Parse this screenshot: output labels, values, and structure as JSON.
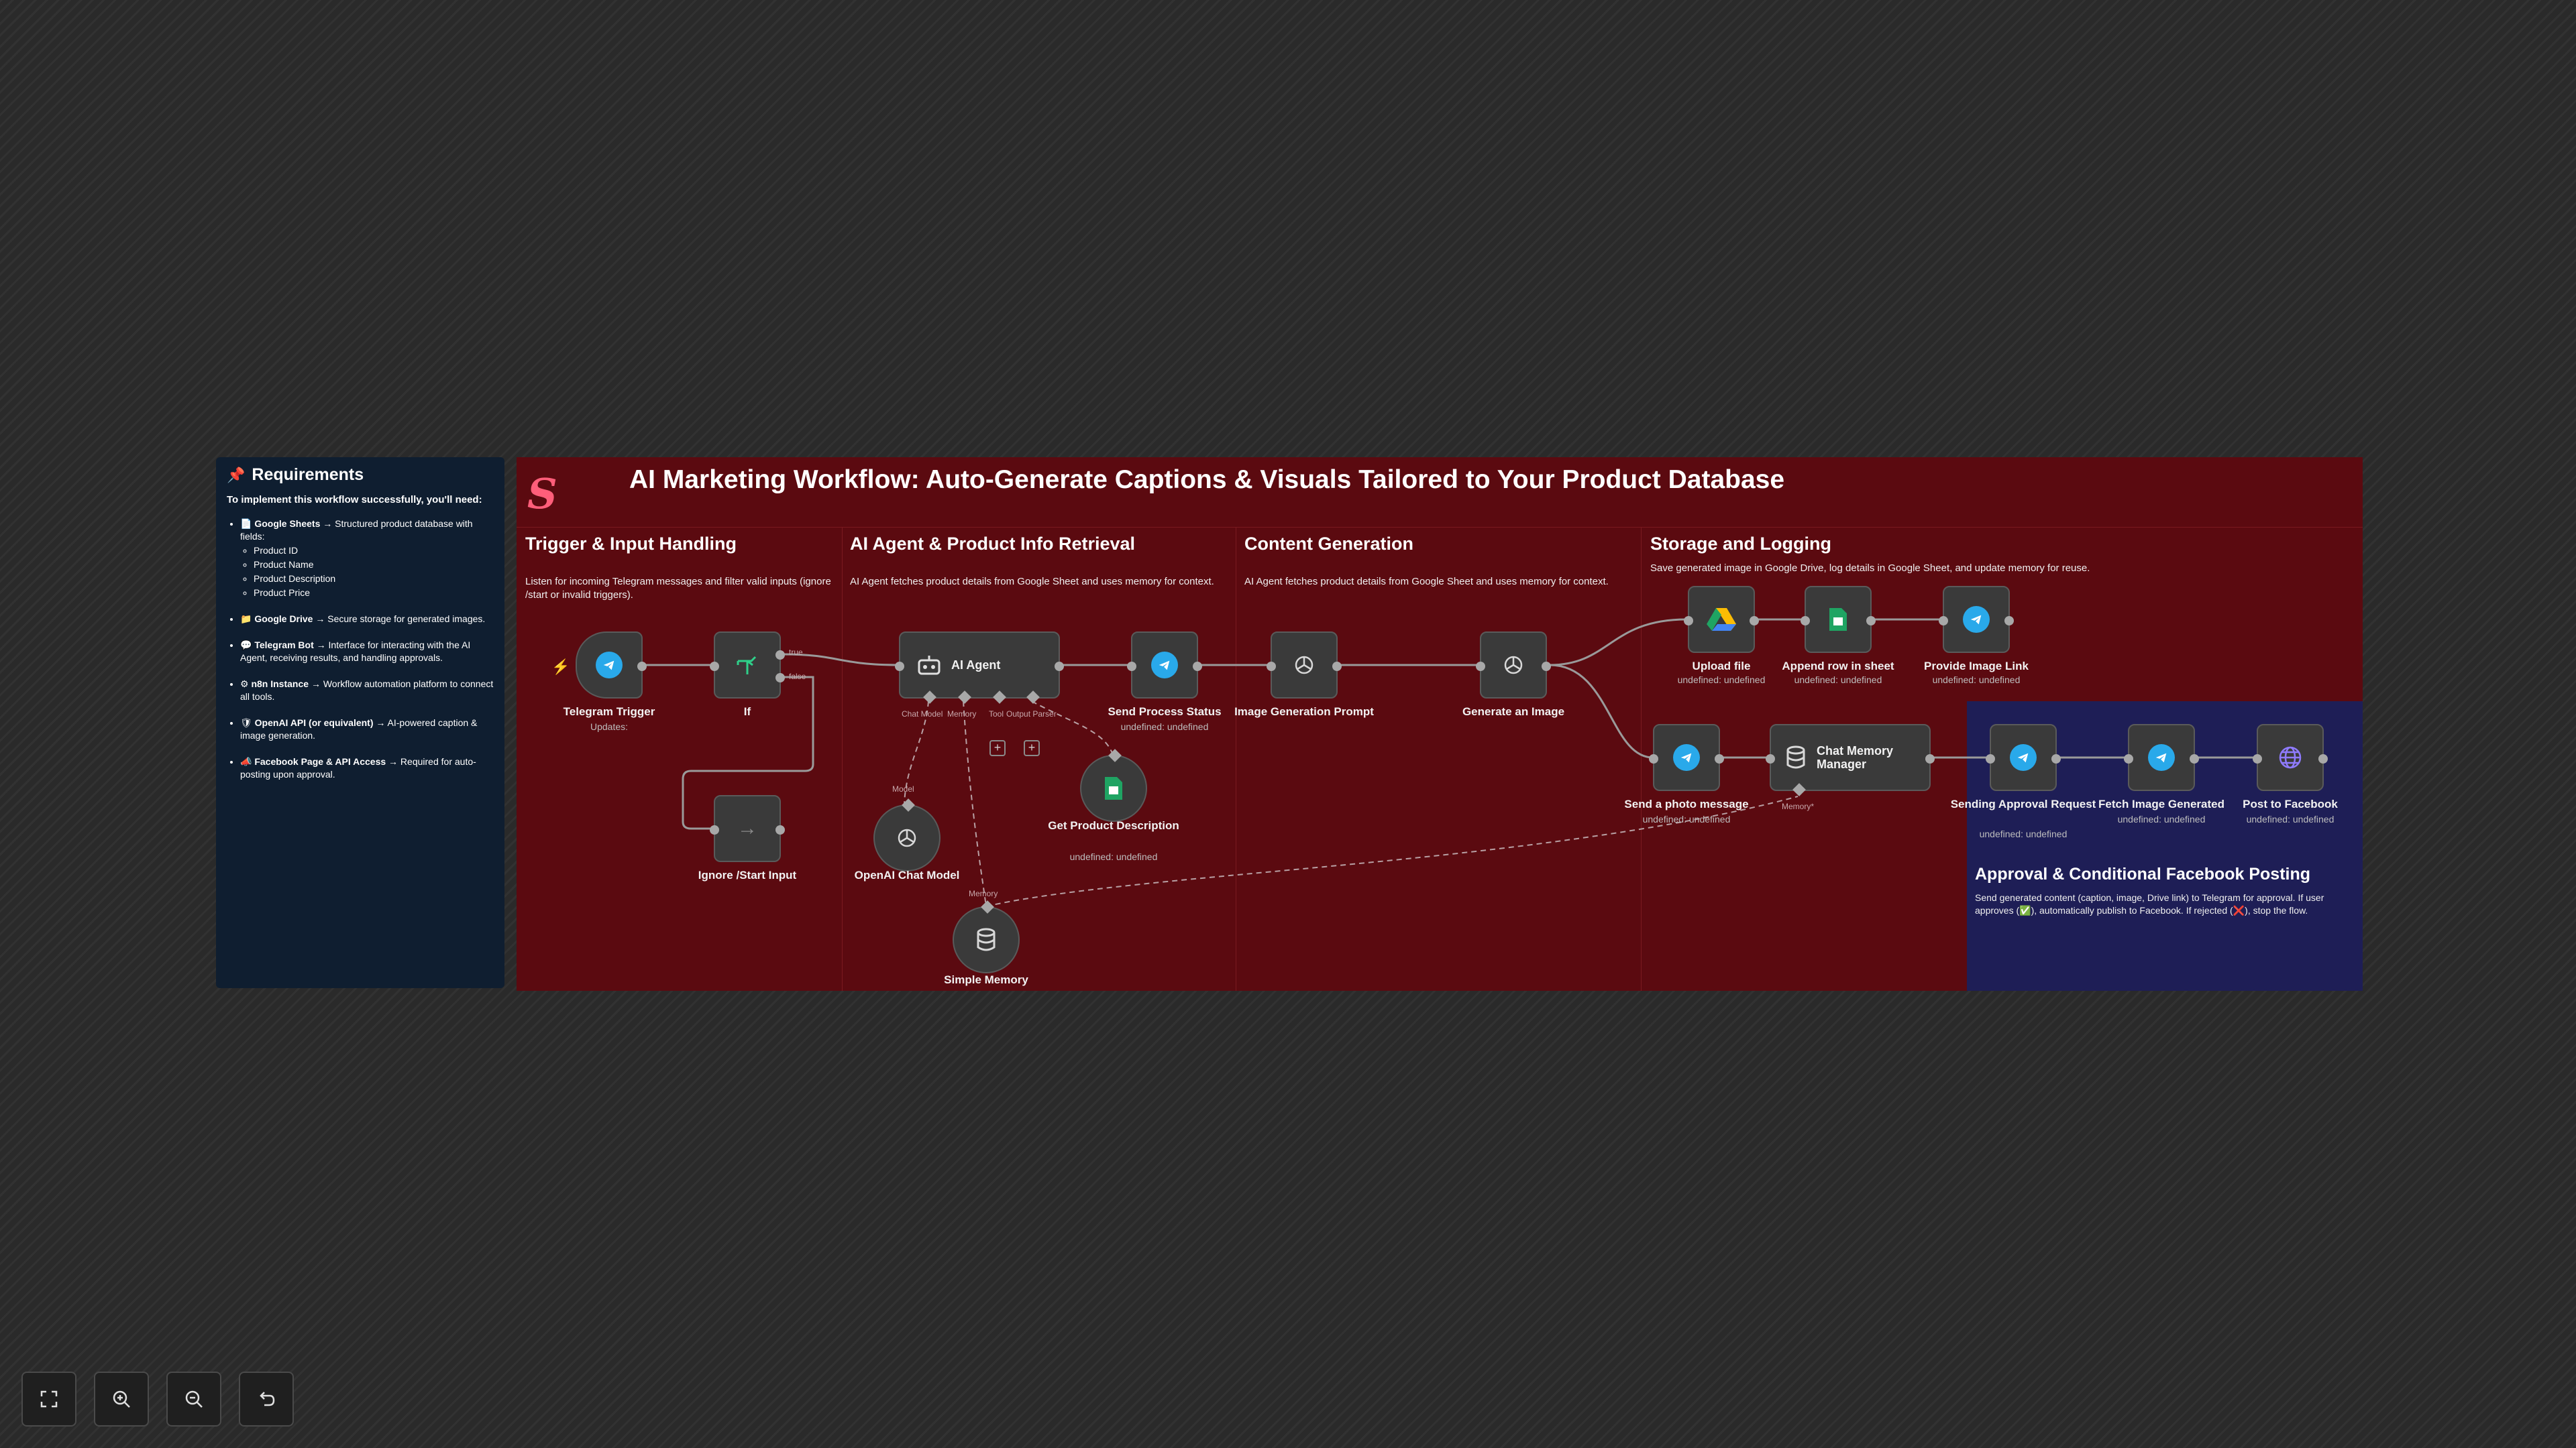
{
  "requirements": {
    "title": "Requirements",
    "intro": "To implement this workflow successfully, you'll need:",
    "google_sheets": {
      "name": "Google Sheets",
      "desc": "→ Structured product database with fields:",
      "fields": [
        "Product ID",
        "Product Name",
        "Product Description",
        "Product Price"
      ]
    },
    "google_drive": {
      "name": "Google Drive",
      "desc": "→ Secure storage for generated images."
    },
    "telegram_bot": {
      "name": "Telegram Bot",
      "desc": "→ Interface for interacting with the AI Agent, receiving results, and handling approvals."
    },
    "n8n": {
      "name": "n8n Instance",
      "desc": "→ Workflow automation platform to connect all tools."
    },
    "openai": {
      "name": "OpenAI API (or equivalent)",
      "desc": "→ AI-powered caption & image generation."
    },
    "facebook": {
      "name": "Facebook Page & API Access",
      "desc": "→ Required for auto-posting upon approval."
    }
  },
  "main_title": "AI Marketing Workflow: Auto-Generate Captions & Visuals Tailored to Your Product Database",
  "sections": {
    "trigger": {
      "title": "Trigger & Input Handling",
      "desc": "Listen for incoming Telegram messages and filter valid inputs (ignore /start or invalid triggers)."
    },
    "agent": {
      "title": "AI Agent & Product Info Retrieval",
      "desc": "AI Agent fetches product details from Google Sheet and uses memory for context."
    },
    "content": {
      "title": "Content Generation",
      "desc": "AI Agent fetches product details from Google Sheet and uses memory for context."
    },
    "storage": {
      "title": "Storage and Logging",
      "desc": "Save generated image in Google Drive, log details in Google Sheet, and update memory for reuse."
    },
    "approval": {
      "title": "Approval & Conditional Facebook Posting",
      "desc": "Send generated content (caption, image, Drive link) to Telegram for approval. If user approves (✅), automatically publish to Facebook. If rejected (❌), stop the flow."
    }
  },
  "nodes": {
    "telegram_trigger": {
      "label": "Telegram Trigger",
      "sub": "Updates:"
    },
    "if": {
      "label": "If",
      "true_label": "true",
      "false_label": "false"
    },
    "ignore": {
      "label": "Ignore /Start Input"
    },
    "ai_agent": {
      "label": "AI Agent",
      "port_model": "Chat Model",
      "port_memory": "Memory",
      "port_tool": "Tool",
      "port_parser": "Output Parser"
    },
    "openai_chat": {
      "label": "OpenAI Chat Model",
      "port": "Model"
    },
    "get_product": {
      "label": "Get Product Description",
      "sub": "undefined: undefined"
    },
    "simple_memory": {
      "label": "Simple Memory",
      "port": "Memory"
    },
    "send_status": {
      "label": "Send Process Status",
      "sub": "undefined: undefined"
    },
    "image_prompt": {
      "label": "Image Generation Prompt"
    },
    "generate_image": {
      "label": "Generate an Image"
    },
    "upload_file": {
      "label": "Upload file",
      "sub": "undefined: undefined"
    },
    "append_row": {
      "label": "Append row in sheet",
      "sub": "undefined: undefined"
    },
    "image_link": {
      "label": "Provide Image Link",
      "sub": "undefined: undefined"
    },
    "send_photo": {
      "label": "Send a photo message",
      "sub": "undefined: undefined"
    },
    "chat_memory": {
      "label": "Chat Memory Manager",
      "port": "Memory*"
    },
    "approval_request": {
      "label": "Sending Approval Request",
      "sub": "undefined: undefined"
    },
    "fetch_image": {
      "label": "Fetch Image Generated",
      "sub": "undefined: undefined"
    },
    "post_facebook": {
      "label": "Post to Facebook",
      "sub": "undefined: undefined"
    }
  },
  "controls": {
    "fit": "fit-view",
    "zoom_in": "zoom-in",
    "zoom_out": "zoom-out",
    "reset": "reset-zoom"
  },
  "colors": {
    "band": "#5b0a10",
    "approval": "#1e1e56",
    "sticky": "#0f1e30",
    "telegram": "#29a9ea",
    "sheets": "#1fa463"
  }
}
